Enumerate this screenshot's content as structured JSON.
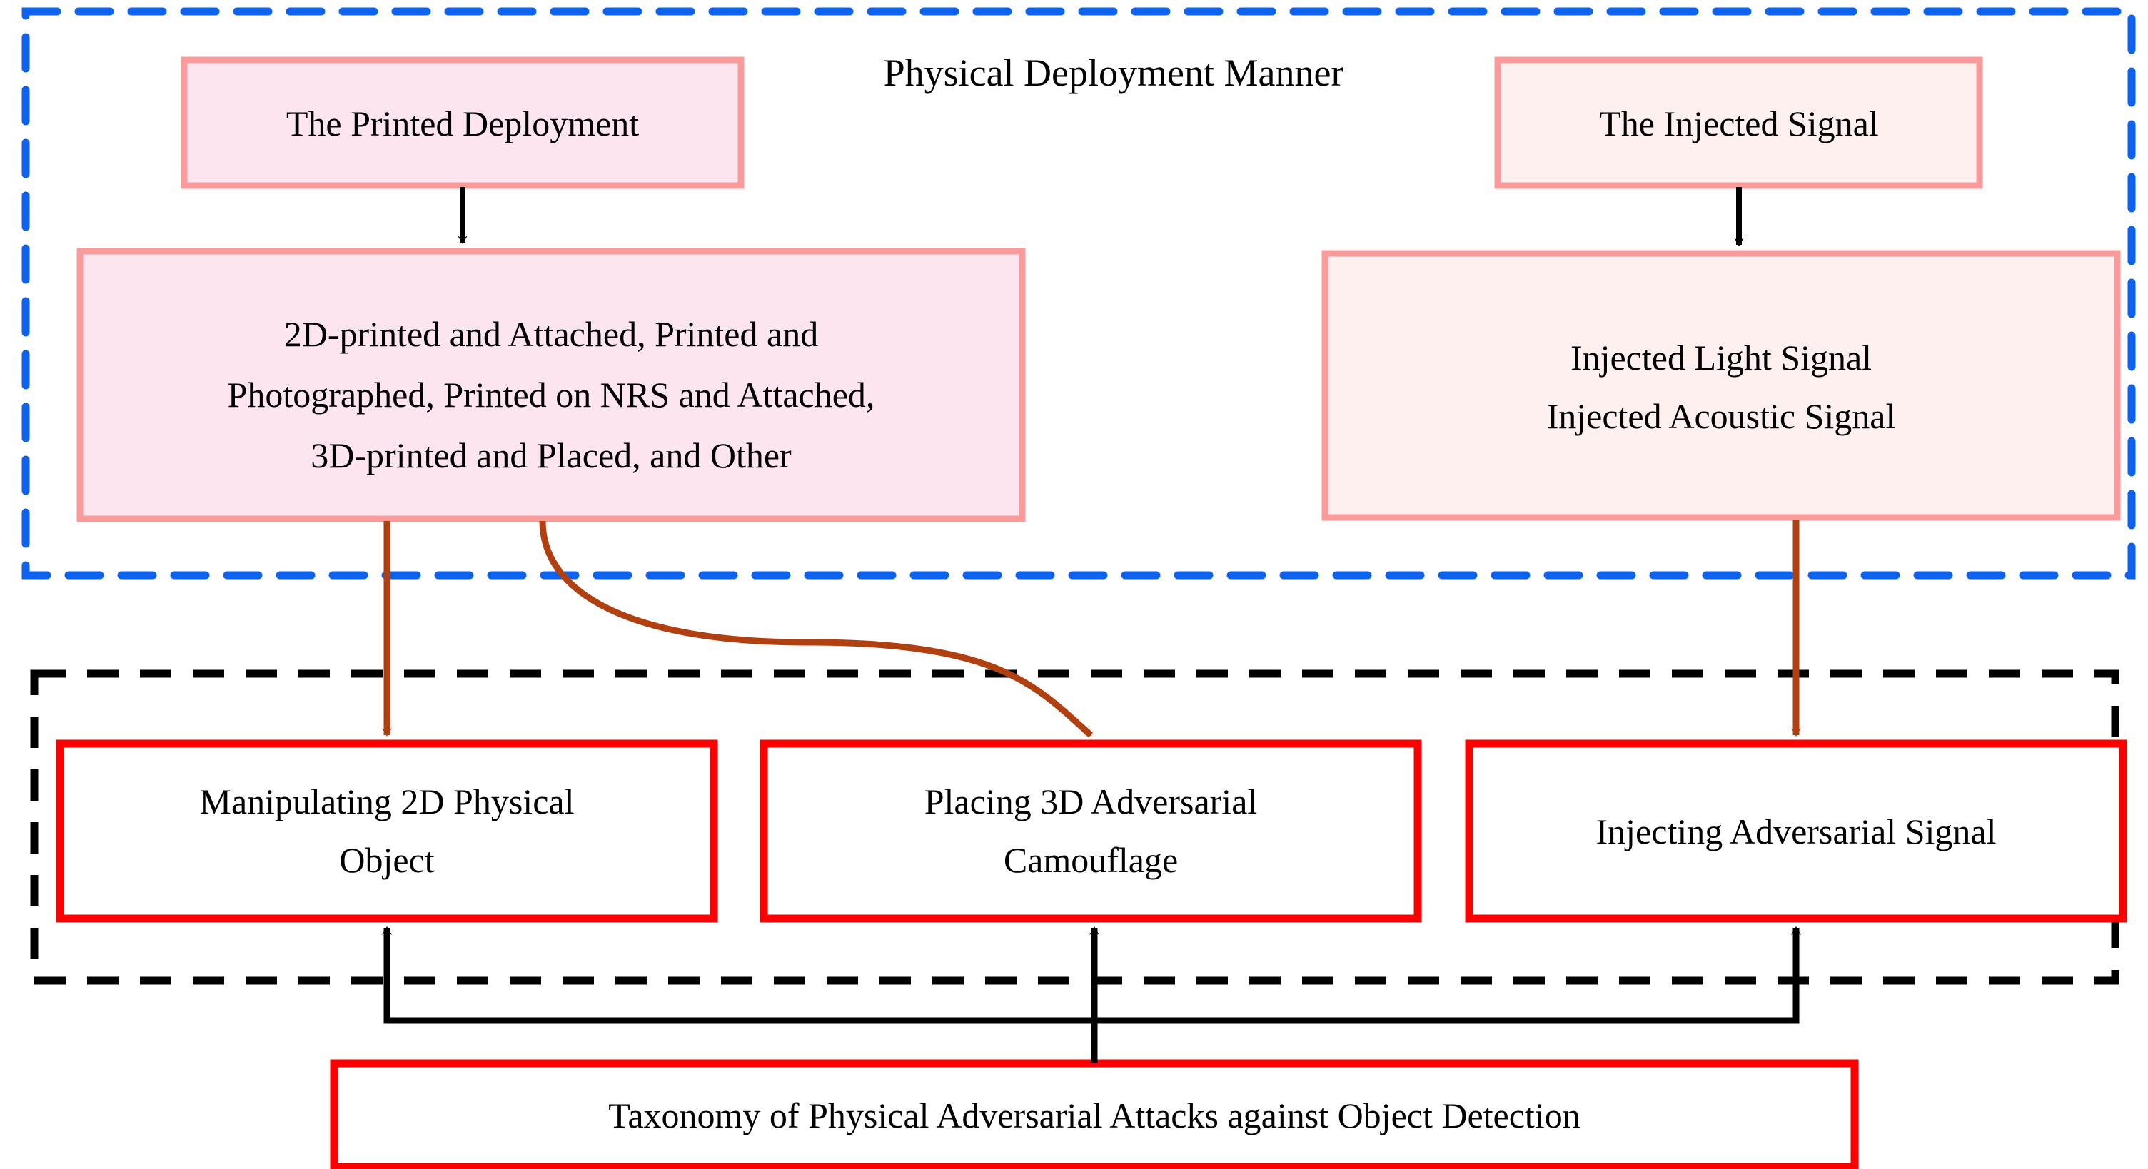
{
  "diagram": {
    "title_visible": "Physical Deployment Manner",
    "colors": {
      "blue_dashed": "#0d63f0",
      "black_dashed": "#000000",
      "pink_border": "#fb9a9a",
      "pink_fill_strong": "#fde5f0",
      "pink_fill_light": "#fdf0ee",
      "red_border": "#ff0000",
      "white_fill": "#ffffff",
      "brown_arrow": "#b14010",
      "black_arrow": "#000000"
    },
    "groups": [
      {
        "id": "physical-deployment-manner",
        "label": "Physical Deployment Manner",
        "border_style": "dashed",
        "border_color": "#0d63f0"
      },
      {
        "id": "attack-categories",
        "label": "",
        "border_style": "dashed",
        "border_color": "#000000"
      }
    ],
    "nodes": [
      {
        "id": "printed-deployment",
        "lines": [
          "The Printed Deployment"
        ],
        "fill": "#fde5f0",
        "stroke": "#fb9a9a"
      },
      {
        "id": "printed-deployment-details",
        "lines": [
          "2D-printed and Attached, Printed and",
          "Photographed, Printed on NRS and Attached,",
          "3D-printed and Placed, and Other"
        ],
        "fill": "#fde5f0",
        "stroke": "#fb9a9a"
      },
      {
        "id": "injected-signal",
        "lines": [
          "The Injected Signal"
        ],
        "fill": "#fdf0ee",
        "stroke": "#fb9a9a"
      },
      {
        "id": "injected-signal-details",
        "lines": [
          "Injected Light Signal",
          "Injected Acoustic Signal"
        ],
        "fill": "#fdf0ee",
        "stroke": "#fb9a9a"
      },
      {
        "id": "manipulating-2d-physical-object",
        "lines": [
          "Manipulating 2D Physical",
          "Object"
        ],
        "fill": "#ffffff",
        "stroke": "#ff0000"
      },
      {
        "id": "placing-3d-adversarial-camouflage",
        "lines": [
          "Placing 3D Adversarial",
          "Camouflage"
        ],
        "fill": "#ffffff",
        "stroke": "#ff0000"
      },
      {
        "id": "injecting-adversarial-signal",
        "lines": [
          "Injecting Adversarial Signal"
        ],
        "fill": "#ffffff",
        "stroke": "#ff0000"
      },
      {
        "id": "taxonomy-root",
        "lines": [
          "Taxonomy of Physical Adversarial Attacks against Object Detection"
        ],
        "fill": "#ffffff",
        "stroke": "#ff0000"
      }
    ],
    "edges": [
      {
        "id": "edge-printed-to-details",
        "from": "printed-deployment",
        "to": "printed-deployment-details",
        "color": "#000000",
        "shape": "straight"
      },
      {
        "id": "edge-injected-to-details",
        "from": "injected-signal",
        "to": "injected-signal-details",
        "color": "#000000",
        "shape": "straight"
      },
      {
        "id": "edge-details-to-manipulating",
        "from": "printed-deployment-details",
        "to": "manipulating-2d-physical-object",
        "color": "#b14010",
        "shape": "straight"
      },
      {
        "id": "edge-details-to-camouflage",
        "from": "printed-deployment-details",
        "to": "placing-3d-adversarial-camouflage",
        "color": "#b14010",
        "shape": "curved"
      },
      {
        "id": "edge-signal-to-injecting",
        "from": "injected-signal-details",
        "to": "injecting-adversarial-signal",
        "color": "#b14010",
        "shape": "straight"
      },
      {
        "id": "edge-taxonomy-to-manipulating",
        "from": "taxonomy-root",
        "to": "manipulating-2d-physical-object",
        "color": "#000000",
        "shape": "elbow"
      },
      {
        "id": "edge-taxonomy-to-camouflage",
        "from": "taxonomy-root",
        "to": "placing-3d-adversarial-camouflage",
        "color": "#000000",
        "shape": "straight"
      },
      {
        "id": "edge-taxonomy-to-injecting",
        "from": "taxonomy-root",
        "to": "injecting-adversarial-signal",
        "color": "#000000",
        "shape": "elbow"
      }
    ]
  }
}
